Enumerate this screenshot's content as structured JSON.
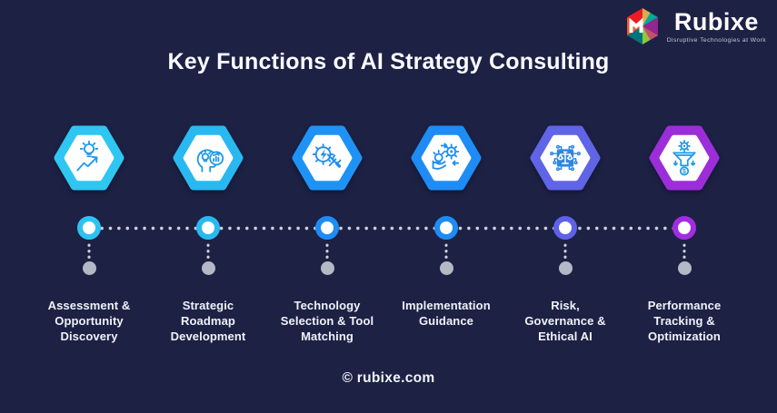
{
  "page": {
    "background_color": "#1d2144",
    "title": "Key Functions of AI Strategy Consulting"
  },
  "logo": {
    "brand": "Rubixe",
    "tagline": "Disruptive Technologies at Work",
    "cube_icon": "rubixe-cube-logo"
  },
  "timeline": {
    "connector_dot_color": "#ccd1dd",
    "drop_dot_color": "#b4b9c6"
  },
  "steps": [
    {
      "label_lines": [
        "Assessment &",
        "Opportunity",
        "Discovery"
      ],
      "icon": "idea-growth-icon",
      "hex_color": "#2fc6f2",
      "node_color": "#2cc3f1",
      "icon_color": "#1e9ae9"
    },
    {
      "label_lines": [
        "Strategic",
        "Roadmap",
        "Development"
      ],
      "icon": "strategic-mind-icon",
      "hex_color": "#29b9f0",
      "node_color": "#29b9f0",
      "icon_color": "#1e9ae9"
    },
    {
      "label_lines": [
        "Technology",
        "Selection & Tool",
        "Matching"
      ],
      "icon": "technology-tools-icon",
      "hex_color": "#1f93f5",
      "node_color": "#1e8cf4",
      "icon_color": "#1f8ef2"
    },
    {
      "label_lines": [
        "Implementation",
        "Guidance"
      ],
      "icon": "implementation-icon",
      "hex_color": "#1e8cf4",
      "node_color": "#1e8cf4",
      "icon_color": "#1f8ef2"
    },
    {
      "label_lines": [
        "Risk,",
        "Governance &",
        "Ethical AI"
      ],
      "icon": "ethics-governance-icon",
      "hex_color": "#6064e6",
      "node_color": "#5d62e8",
      "icon_color": "#2e86e0"
    },
    {
      "label_lines": [
        "Performance",
        "Tracking &",
        "Optimization"
      ],
      "icon": "performance-funnel-icon",
      "hex_color": "#9c2ed9",
      "node_color": "#a22ce0",
      "icon_color": "#1e9ae9"
    }
  ],
  "footer": {
    "text": "© rubixe.com"
  }
}
